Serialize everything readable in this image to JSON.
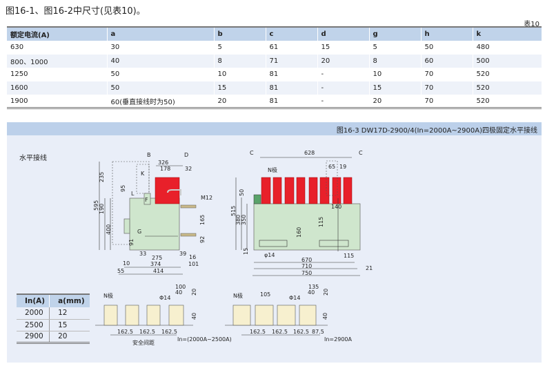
{
  "title": "图16-1、图16-2中尺寸(见表10)。",
  "table_no": "表10",
  "dim_table": {
    "headers": [
      "额定电流(A)",
      "a",
      "b",
      "c",
      "d",
      "g",
      "h",
      "k"
    ],
    "rows": [
      [
        "630",
        "30",
        "5",
        "61",
        "15",
        "5",
        "50",
        "480"
      ],
      [
        "800、1000",
        "40",
        "8",
        "71",
        "20",
        "8",
        "60",
        "500"
      ],
      [
        "1250",
        "50",
        "10",
        "81",
        "-",
        "10",
        "70",
        "520"
      ],
      [
        "1600",
        "50",
        "15",
        "81",
        "-",
        "15",
        "70",
        "520"
      ],
      [
        "1900",
        "60(垂直接线时为50)",
        "20",
        "81",
        "-",
        "20",
        "70",
        "520"
      ]
    ]
  },
  "figure": {
    "caption": "图16-3 DW17D-2900/4(In=2000A~2900A)四极固定水平接线",
    "subtitle": "水平接线",
    "side": [
      "B",
      "D",
      "326",
      "178",
      "32",
      "K",
      "L",
      "95",
      "235",
      "595",
      "190",
      "400",
      "F",
      "G",
      "M12",
      "165",
      "92",
      "91",
      "33",
      "275",
      "39",
      "16",
      "374",
      "101",
      "10",
      "55",
      "414"
    ],
    "front": [
      "C",
      "628",
      "C",
      "N极",
      "65",
      "19",
      "50",
      "515",
      "380",
      "350",
      "140",
      "115",
      "160",
      "φ14",
      "15",
      "115",
      "670",
      "710",
      "21",
      "750"
    ],
    "bus_left": [
      "N极",
      "100",
      "40",
      "Φ14",
      "20",
      "40",
      "162.5",
      "162.5",
      "162.5",
      "安全间距",
      "In=(2000A~2500A)"
    ],
    "bus_right": [
      "N极",
      "105",
      "135",
      "40",
      "Φ14",
      "20",
      "40",
      "162.5",
      "162.5",
      "162.5",
      "87.5",
      "In=2900A"
    ]
  },
  "a_table": {
    "headers": [
      "In(A)",
      "a(mm)"
    ],
    "rows": [
      [
        "2000",
        "12"
      ],
      [
        "2500",
        "15"
      ],
      [
        "2900",
        "20"
      ]
    ]
  },
  "colors": {
    "header": "#c0d3ea",
    "panel": "#e9eef8",
    "pole": "#e8202a",
    "body": "#cfe6cd"
  }
}
